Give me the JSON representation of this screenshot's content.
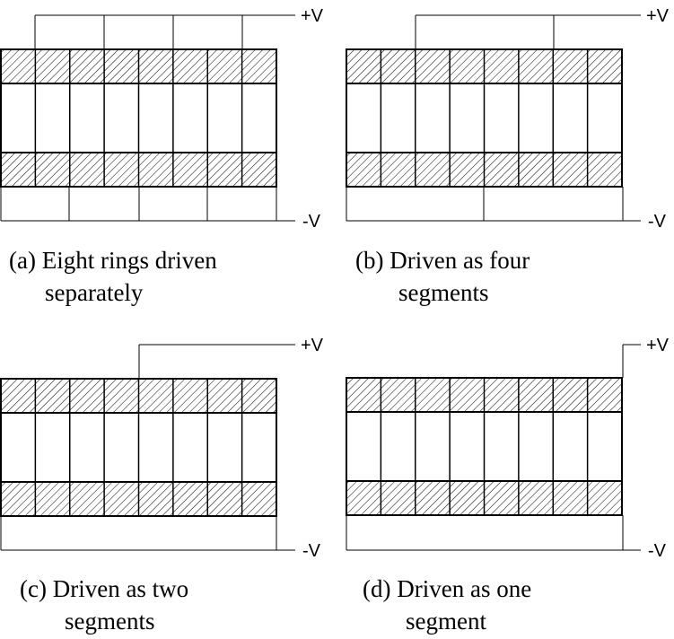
{
  "panels": [
    {
      "id": "a",
      "caption_line1": "(a) Eight rings driven",
      "caption_line2": "separately",
      "pos_label": "+V",
      "neg_label": "-V",
      "ring_count": 8,
      "segments": 8
    },
    {
      "id": "b",
      "caption_line1": "(b) Driven as four",
      "caption_line2": "segments",
      "pos_label": "+V",
      "neg_label": "-V",
      "ring_count": 8,
      "segments": 4
    },
    {
      "id": "c",
      "caption_line1": "(c) Driven as two",
      "caption_line2": "segments",
      "pos_label": "+V",
      "neg_label": "-V",
      "ring_count": 8,
      "segments": 2
    },
    {
      "id": "d",
      "caption_line1": "(d) Driven as one",
      "caption_line2": "segment",
      "pos_label": "+V",
      "neg_label": "-V",
      "ring_count": 8,
      "segments": 1
    }
  ]
}
